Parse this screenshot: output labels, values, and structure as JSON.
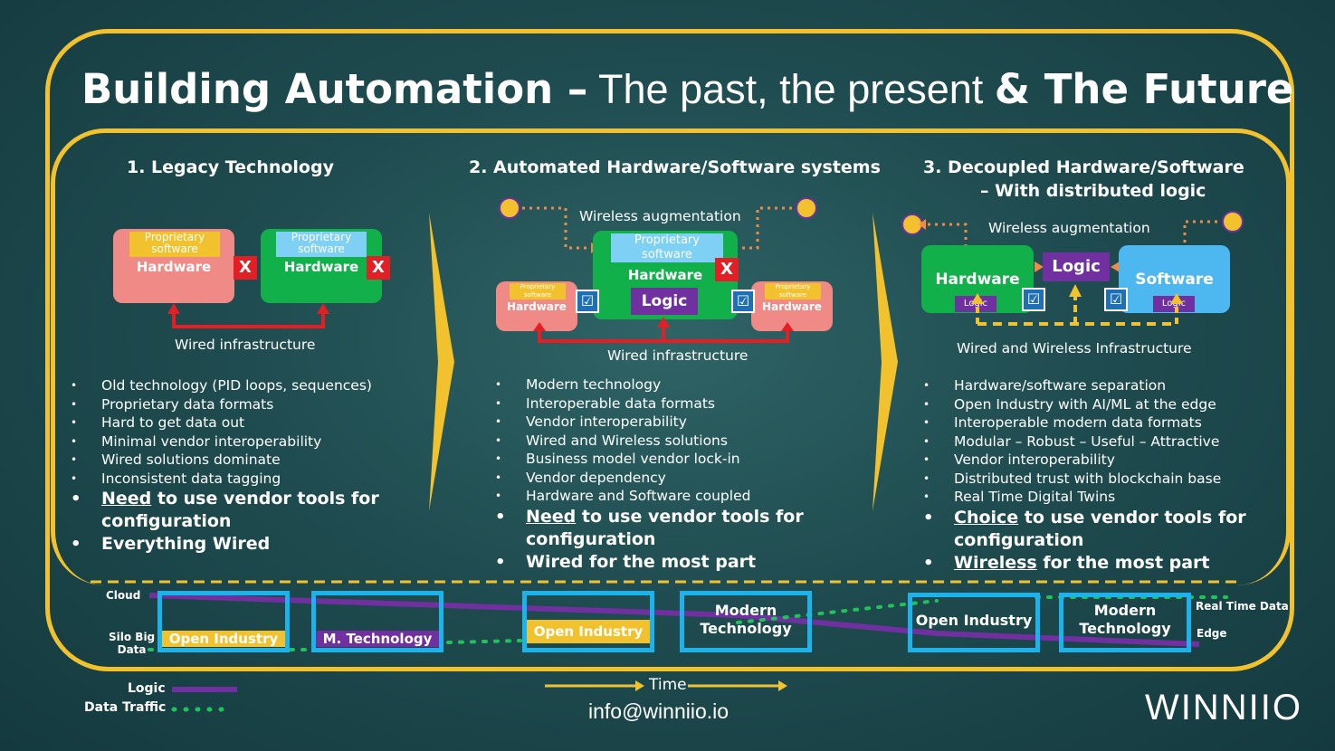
{
  "title": {
    "bold_part": "Building Automation –",
    "light_part": " The past, the present ",
    "bold_end": "& The Future"
  },
  "sections": {
    "s1": {
      "heading": "1.    Legacy Technology",
      "box_top": "Proprietary software",
      "box_hw": "Hardware",
      "x": "X",
      "wired": "Wired infrastructure",
      "bullets": [
        "Old technology (PID loops, sequences)",
        "Proprietary data formats",
        "Hard to get data out",
        "Minimal vendor interoperability",
        "Wired solutions dominate",
        "Inconsistent data tagging"
      ],
      "big1_u": "Need",
      "big1_rest": " to use vendor tools for",
      "big1_line2": "configuration",
      "big2": "Everything Wired"
    },
    "s2": {
      "heading": "2. Automated Hardware/Software systems",
      "wireless": "Wireless augmentation",
      "box_top": "Proprietary software",
      "box_hw": "Hardware",
      "logic": "Logic",
      "side_top": "Proprietary software",
      "side_hw": "Hardware",
      "x": "X",
      "check": "☑",
      "wired": "Wired infrastructure",
      "bullets": [
        "Modern technology",
        "Interoperable data formats",
        "Vendor interoperability",
        "Wired and Wireless solutions",
        "Business model vendor lock-in",
        "Vendor dependency",
        "Hardware and Software coupled"
      ],
      "big1_u": "Need",
      "big1_rest": " to use vendor tools for",
      "big1_line2": "configuration",
      "big2": "Wired for the most part"
    },
    "s3": {
      "heading_l1": "3. Decoupled Hardware/Software",
      "heading_l2": "– With distributed logic",
      "wireless": "Wireless augmentation",
      "hw": "Hardware",
      "logic": "Logic",
      "sw": "Software",
      "small_logic": "Logic",
      "infra": "Wired and Wireless Infrastructure",
      "bullets": [
        "Hardware/software separation",
        "Open Industry with AI/ML at the edge",
        "Interoperable modern data formats",
        "Modular – Robust – Useful – Attractive",
        "Vendor interoperability",
        "Distributed trust with blockchain base",
        "Real Time Digital Twins"
      ],
      "big1_u": "Choice",
      "big1_rest": " to use vendor tools for",
      "big1_line2": "configuration",
      "big2_u": "Wireless",
      "big2_rest": " for the most part"
    }
  },
  "timeline": {
    "cloud": "Cloud",
    "silo_l1": "Silo Big",
    "silo_l2": "Data",
    "open_industry": "Open Industry",
    "m_technology": "M. Technology",
    "modern_l1": "Modern",
    "modern_l2": "Technology",
    "real_time": "Real Time Data",
    "edge": "Edge"
  },
  "legend": {
    "logic": "Logic",
    "data_traffic": "Data Traffic"
  },
  "time": "Time",
  "email": "info@winniio.io",
  "brand": "WINNIIO",
  "colors": {
    "frame": "#f2c12e",
    "green": "#12b04b",
    "pink": "#f08a87",
    "blue": "#4db8f0",
    "purple": "#7030a0",
    "red": "#e31f26",
    "cyan": "#1ab3ec",
    "dots": "#1fc35a"
  }
}
